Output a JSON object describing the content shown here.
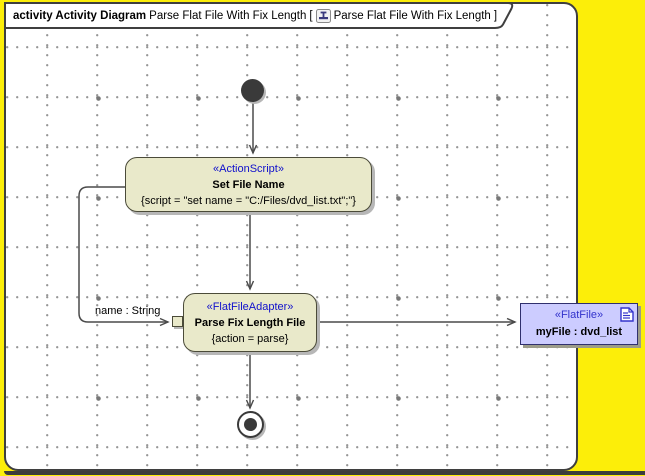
{
  "frame_label": {
    "keyword": "activity Activity Diagram",
    "diagram_name": "Parse Flat File With Fix Length",
    "bracket_open": "[",
    "frame_name": "Parse Flat File With Fix Length",
    "bracket_close": "]"
  },
  "nodes": {
    "set_file_name": {
      "stereotype": "«ActionScript»",
      "name": "Set File Name",
      "properties": "{script = \"set name = \"C:/Files/dvd_list.txt\";\"}"
    },
    "parse_fix_length_file": {
      "stereotype": "«FlatFileAdapter»",
      "name": "Parse Fix Length File",
      "properties": "{action = parse}"
    },
    "my_file": {
      "stereotype": "«FlatFile»",
      "name": "myFile : dvd_list"
    }
  },
  "edges": {
    "loop_label": "name : String"
  },
  "icons": {
    "tab_icon": "activity-diagram-icon",
    "object_icon": "document-icon"
  },
  "colors": {
    "canvas_outside": "#FCEE09",
    "canvas": "#FFFFFF",
    "action_fill": "#E9E9CA",
    "action_border": "#4B4B39",
    "object_fill": "#CCCCFF",
    "object_border": "#30306E",
    "stereotype_blue": "#1010CC",
    "edge": "#4A4A4A",
    "grid_dot": "#969696"
  }
}
